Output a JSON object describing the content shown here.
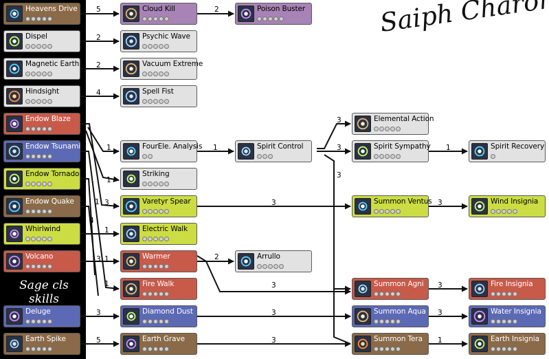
{
  "title": "Saiph Charon",
  "section_label": "Sage cls skills",
  "colors": {
    "gray": "#e2e2e2",
    "purple": "#a883b6",
    "brown": "#8a6a48",
    "red": "#c85a4a",
    "blue": "#5c69b4",
    "lime": "#ccdd44"
  },
  "nodes": [
    {
      "id": "heavens-drive",
      "label": "Heavens Drive",
      "color": "brown",
      "dots": 5,
      "icon": "heavens-drive-icon"
    },
    {
      "id": "dispel",
      "label": "Dispel",
      "color": "gray",
      "dots": 5,
      "icon": "dispel-icon"
    },
    {
      "id": "magnetic-earth",
      "label": "Magnetic Earth",
      "color": "gray",
      "dots": 5,
      "icon": "magnetic-earth-icon"
    },
    {
      "id": "hindsight",
      "label": "Hindsight",
      "color": "gray",
      "dots": 5,
      "icon": "hindsight-icon"
    },
    {
      "id": "endow-blaze",
      "label": "Endow Blaze",
      "color": "red",
      "dots": 5,
      "icon": "endow-blaze-icon"
    },
    {
      "id": "endow-tsunami",
      "label": "Endow Tsunami",
      "color": "blue",
      "dots": 5,
      "icon": "endow-tsunami-icon"
    },
    {
      "id": "endow-tornado",
      "label": "Endow Tornado",
      "color": "lime",
      "dots": 5,
      "icon": "endow-tornado-icon"
    },
    {
      "id": "endow-quake",
      "label": "Endow Quake",
      "color": "brown",
      "dots": 5,
      "icon": "endow-quake-icon"
    },
    {
      "id": "whirlwind",
      "label": "Whirlwind",
      "color": "lime",
      "dots": 5,
      "icon": "whirlwind-icon"
    },
    {
      "id": "volcano",
      "label": "Volcano",
      "color": "red",
      "dots": 5,
      "icon": "volcano-icon"
    },
    {
      "id": "deluge",
      "label": "Deluge",
      "color": "blue",
      "dots": 5,
      "icon": "deluge-icon"
    },
    {
      "id": "earth-spike",
      "label": "Earth Spike",
      "color": "brown",
      "dots": 5,
      "icon": "earth-spike-icon"
    },
    {
      "id": "cloud-kill",
      "label": "Cloud Kill",
      "color": "purple",
      "dots": 5,
      "icon": "cloud-kill-icon"
    },
    {
      "id": "psychic-wave",
      "label": "Psychic Wave",
      "color": "gray",
      "dots": 5,
      "icon": "psychic-wave-icon"
    },
    {
      "id": "vacuum-extreme",
      "label": "Vacuum Extreme",
      "color": "gray",
      "dots": 5,
      "icon": "vacuum-extreme-icon"
    },
    {
      "id": "spell-fist",
      "label": "Spell Fist",
      "color": "gray",
      "dots": 5,
      "icon": "spell-fist-icon"
    },
    {
      "id": "fourele-analysis",
      "label": "FourEle. Analysis",
      "color": "gray",
      "dots": 2,
      "icon": "fourele-analysis-icon"
    },
    {
      "id": "striking",
      "label": "Striking",
      "color": "gray",
      "dots": 5,
      "icon": "striking-icon"
    },
    {
      "id": "varetyr-spear",
      "label": "Varetyr Spear",
      "color": "lime",
      "dots": 5,
      "icon": "varetyr-spear-icon"
    },
    {
      "id": "electric-walk",
      "label": "Electric Walk",
      "color": "lime",
      "dots": 5,
      "icon": "electric-walk-icon"
    },
    {
      "id": "warmer",
      "label": "Warmer",
      "color": "red",
      "dots": 5,
      "icon": "warmer-icon"
    },
    {
      "id": "fire-walk",
      "label": "Fire Walk",
      "color": "red",
      "dots": 5,
      "icon": "fire-walk-icon"
    },
    {
      "id": "diamond-dust",
      "label": "Diamond Dust",
      "color": "blue",
      "dots": 5,
      "icon": "diamond-dust-icon"
    },
    {
      "id": "earth-grave",
      "label": "Earth Grave",
      "color": "brown",
      "dots": 5,
      "icon": "earth-grave-icon"
    },
    {
      "id": "poison-buster",
      "label": "Poison Buster",
      "color": "purple",
      "dots": 5,
      "icon": "poison-buster-icon"
    },
    {
      "id": "spirit-control",
      "label": "Spirit Control",
      "color": "gray",
      "dots": 3,
      "icon": "spirit-control-icon"
    },
    {
      "id": "arrullo",
      "label": "Arrullo",
      "color": "gray",
      "dots": 5,
      "icon": "arrullo-icon"
    },
    {
      "id": "elemental-action",
      "label": "Elemental Action",
      "color": "gray",
      "dots": 5,
      "icon": "elemental-action-icon"
    },
    {
      "id": "spirit-sympathy",
      "label": "Spirit Sympathy",
      "color": "gray",
      "dots": 5,
      "icon": "spirit-sympathy-icon"
    },
    {
      "id": "summon-ventus",
      "label": "Summon Ventus",
      "color": "lime",
      "dots": 5,
      "icon": "summon-ventus-icon"
    },
    {
      "id": "summon-agni",
      "label": "Summon Agni",
      "color": "red",
      "dots": 5,
      "icon": "summon-agni-icon"
    },
    {
      "id": "summon-aqua",
      "label": "Summon Aqua",
      "color": "blue",
      "dots": 5,
      "icon": "summon-aqua-icon"
    },
    {
      "id": "summon-tera",
      "label": "Summon Tera",
      "color": "brown",
      "dots": 5,
      "icon": "summon-tera-icon"
    },
    {
      "id": "spirit-recovery",
      "label": "Spirit Recovery",
      "color": "gray",
      "dots": 1,
      "icon": "spirit-recovery-icon"
    },
    {
      "id": "wind-insignia",
      "label": "Wind Insignia",
      "color": "lime",
      "dots": 5,
      "icon": "wind-insignia-icon"
    },
    {
      "id": "fire-insignia",
      "label": "Fire Insignia",
      "color": "red",
      "dots": 5,
      "icon": "fire-insignia-icon"
    },
    {
      "id": "water-insignia",
      "label": "Water Insignia",
      "color": "blue",
      "dots": 5,
      "icon": "water-insignia-icon"
    },
    {
      "id": "earth-insignia",
      "label": "Earth Insignia",
      "color": "brown",
      "dots": 5,
      "icon": "earth-insignia-icon"
    }
  ],
  "edge_labels": [
    "5",
    "2",
    "2",
    "2",
    "4",
    "1",
    "1",
    "1",
    "4",
    "1",
    "1",
    "1",
    "1",
    "3",
    "5",
    "2",
    "3",
    "3",
    "3",
    "3",
    "1",
    "3",
    "3",
    "3",
    "1",
    "3",
    "3",
    "3",
    "3",
    "3"
  ]
}
